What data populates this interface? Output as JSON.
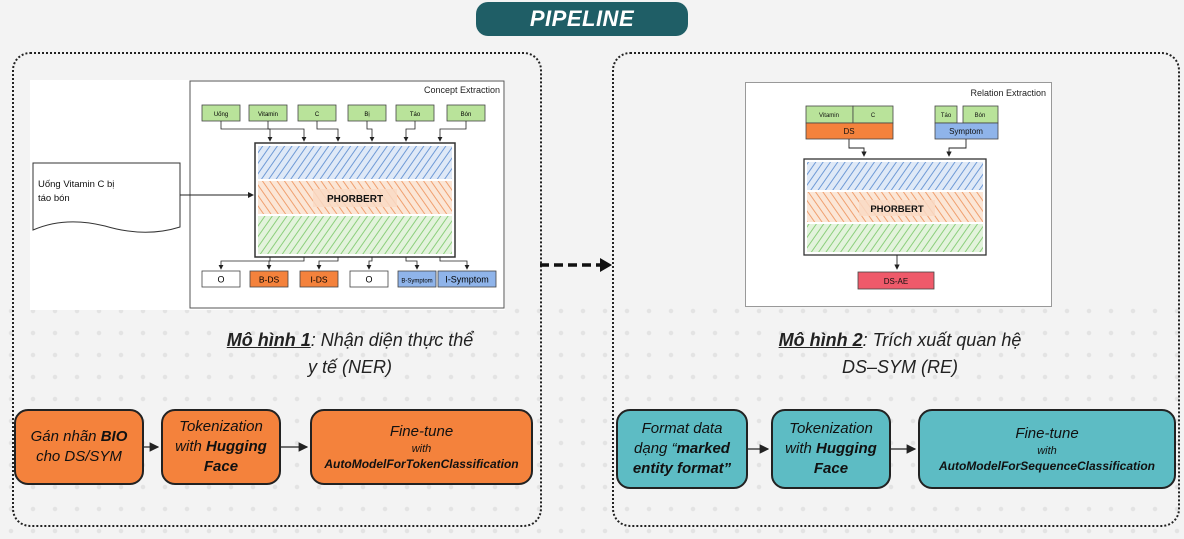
{
  "title": "PIPELINE",
  "model1": {
    "figure_title": "Concept Extraction",
    "input_text": "Uống Vitamin C bị táo bón",
    "tokens": [
      "Uống",
      "Vitamin",
      "C",
      "Bị",
      "Táo",
      "Bón"
    ],
    "model_label": "PHORBERT",
    "outputs": [
      "O",
      "B-DS",
      "I-DS",
      "O",
      "B-Symptom",
      "I-Symptom"
    ],
    "caption_model": "Mô hình 1",
    "caption_rest": ": Nhận diện thực thể",
    "caption_line2": "y tế (NER)",
    "steps": {
      "s1_line1": "Gán nhãn ",
      "s1_bold": "BIO",
      "s1_line2": "cho DS/SYM",
      "s2_line1": "Tokenization",
      "s2_line2": "with ",
      "s2_bold": "Hugging",
      "s2_line3": "Face",
      "s3_line1": "Fine-tune",
      "s3_with": "with",
      "s3_bold": "AutoModelForTokenClassification"
    }
  },
  "model2": {
    "figure_title": "Relation Extraction",
    "tokens_ds": [
      "Vitamin",
      "C"
    ],
    "label_ds": "DS",
    "tokens_sym": [
      "Táo",
      "Bón"
    ],
    "label_sym": "Symptom",
    "model_label": "PHORBERT",
    "output": "DS-AE",
    "caption_model": "Mô hình 2",
    "caption_rest": ": Trích xuất quan hệ",
    "caption_line2": "DS–SYM (RE)",
    "steps": {
      "s1_line1": "Format data",
      "s1_line2": "dạng “",
      "s1_bold1": "marked",
      "s1_bold2": "entity format”",
      "s2_line1": "Tokenization",
      "s2_line2": "with ",
      "s2_bold": "Hugging",
      "s2_line3": "Face",
      "s3_line1": "Fine-tune",
      "s3_with": "with",
      "s3_bold": "AutoModelForSequenceClassification"
    }
  },
  "colors": {
    "title_bg": "#1f5e66",
    "orange": "#f4823c",
    "teal": "#5dbcc4",
    "token_green": "#b9e39a",
    "blue": "#8fb4ea",
    "red": "#ef5a6a"
  }
}
